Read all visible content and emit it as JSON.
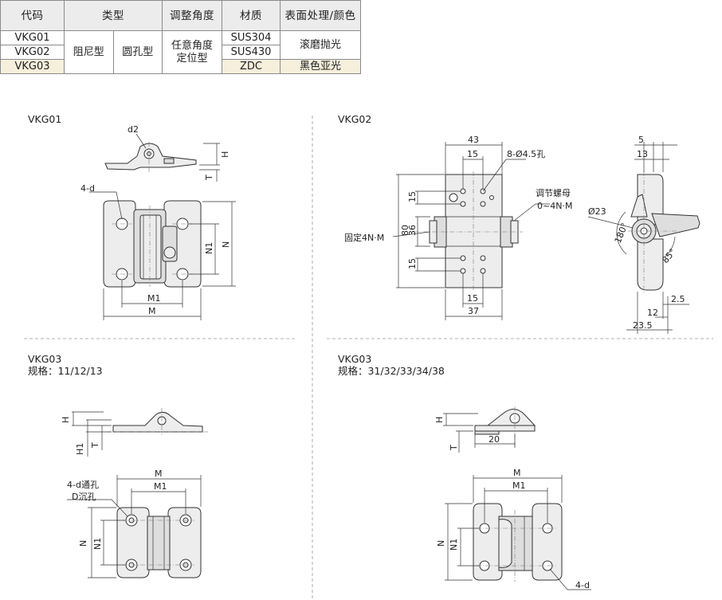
{
  "table": {
    "headers": [
      "代码",
      "类型",
      "调整角度",
      "材质",
      "表面处理/颜色"
    ],
    "rows": [
      {
        "code": "VKG01",
        "material": "SUS304"
      },
      {
        "code": "VKG02",
        "material": "SUS430"
      },
      {
        "code": "VKG03",
        "material": "ZDC"
      }
    ],
    "type_a": "阻尼型",
    "type_b": "圆孔型",
    "angle_line1": "任意角度",
    "angle_line2": "定位型",
    "finish_1": "滚磨抛光",
    "finish_2": "黑色亚光"
  },
  "panels": {
    "vkg01": {
      "title": "VKG01",
      "labels": {
        "d2": "d2",
        "H": "H",
        "T": "T",
        "four_d": "4-d",
        "N1": "N1",
        "N": "N",
        "M1": "M1",
        "M": "M"
      }
    },
    "vkg02": {
      "title": "VKG02",
      "labels": {
        "d43": "43",
        "d15_top": "15",
        "holes": "8-Ø4.5孔",
        "screw": "调节螺母",
        "torque": "0~4N·M",
        "fix": "固定4N·M",
        "d80": "80",
        "d15a": "15",
        "d36": "36",
        "d15b": "15",
        "d15_bot": "15",
        "d37": "37",
        "d5": "5",
        "d13": "13",
        "dia23": "Ø23",
        "a180": "180°",
        "a85": "85°",
        "d2_5": "2.5",
        "d12": "12",
        "d23_5": "23.5"
      }
    },
    "vkg03_small": {
      "title": "VKG03",
      "spec": "规格：11/12/13",
      "labels": {
        "H": "H",
        "H1": "H1",
        "T": "T",
        "M": "M",
        "M1": "M1",
        "hole_note1": "4-d通孔",
        "hole_note2": "D沉孔",
        "N": "N",
        "N1": "N1"
      }
    },
    "vkg03_large": {
      "title": "VKG03",
      "spec": "规格：31/32/33/34/38",
      "labels": {
        "H": "H",
        "T": "T",
        "d20": "20",
        "M": "M",
        "M1": "M1",
        "N": "N",
        "N1": "N1",
        "four_d": "4-d"
      }
    }
  }
}
